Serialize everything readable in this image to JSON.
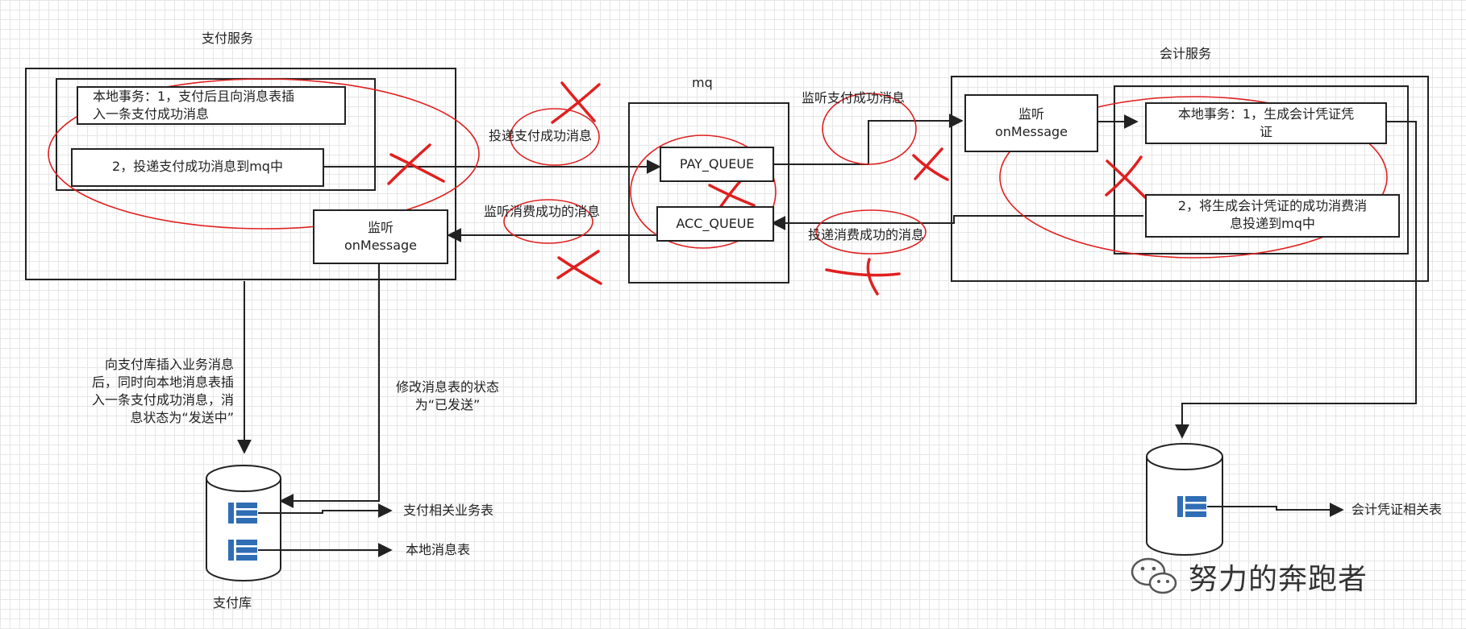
{
  "payment_service": {
    "title": "支付服务",
    "local_tx_line1": "本地事务：1，支付后且向消息表插",
    "local_tx_line2": "入一条支付成功消息",
    "step2": "2，投递支付成功消息到mq中",
    "listener_line1": "监听",
    "listener_line2": "onMessage"
  },
  "mq": {
    "title": "mq",
    "pay_queue": "PAY_QUEUE",
    "acc_queue": "ACC_QUEUE"
  },
  "accounting_service": {
    "title": "会计服务",
    "listener_line1": "监听",
    "listener_line2": "onMessage",
    "local_tx_line1": "本地事务：1，生成会计凭证凭",
    "local_tx_line2": "证",
    "step2_line1": "2，将生成会计凭证的成功消费消",
    "step2_line2": "息投递到mq中"
  },
  "edge_labels": {
    "deliver_pay_success": "投递支付成功消息",
    "listen_consume_success": "监听消费成功的消息",
    "listen_pay_success": "监听支付成功消息",
    "deliver_consume_success": "投递消费成功的消息",
    "insert_business_line1": "向支付库插入业务消息",
    "insert_business_line2": "后，同时向本地消息表插",
    "insert_business_line3": "入一条支付成功消息，消",
    "insert_business_line4": "息状态为“发送中”",
    "update_status_line1": "修改消息表的状态",
    "update_status_line2": "为“已发送”"
  },
  "payment_db": {
    "name": "支付库",
    "table1": "支付相关业务表",
    "table2": "本地消息表"
  },
  "accounting_db": {
    "table1": "会计凭证相关表"
  },
  "watermark": {
    "text": "努力的奔跑者"
  },
  "colors": {
    "line": "#222222",
    "annotation": "#e02020",
    "table_icon": "#2f6db5"
  }
}
